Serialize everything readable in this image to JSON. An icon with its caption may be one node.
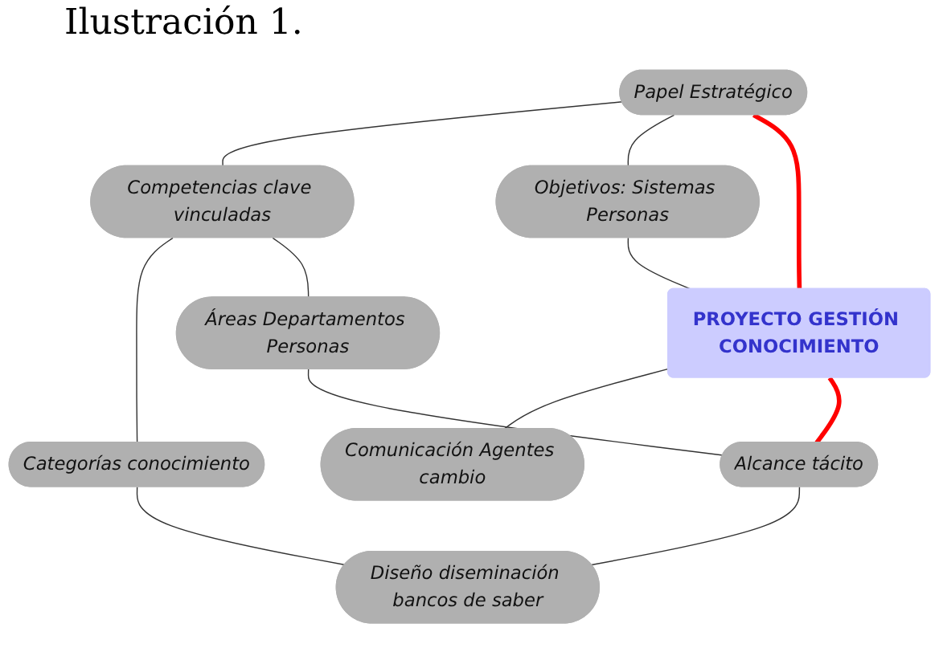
{
  "diagram": {
    "title": "Ilustración 1.",
    "nodes": [
      {
        "text": [
          "Papel Estratégico"
        ]
      },
      {
        "text": [
          "Competencias clave vinculadas"
        ]
      },
      {
        "text": [
          "Categorías conocimiento"
        ]
      },
      {
        "text": [
          "Áreas Departamentos Personas"
        ]
      },
      {
        "text": [
          "Objetivos: Sistemas Personas"
        ]
      },
      {
        "text": [
          "PROYECTO GESTIÓN CONOCIMIENTO"
        ]
      },
      {
        "text": [
          "Comunicación Agentes cambio"
        ]
      },
      {
        "text": [
          "Diseño diseminación bancos de saber"
        ]
      },
      {
        "text": [
          "Alcance tácito"
        ]
      }
    ],
    "edges": [
      {
        "from": 0,
        "to": 1,
        "arrow": "none"
      },
      {
        "from": 1,
        "to": 2,
        "arrow": "none"
      },
      {
        "from": 1,
        "to": 3,
        "arrow": "none"
      },
      {
        "from": 0,
        "to": 4,
        "arrow": "none"
      },
      {
        "from": 0,
        "to": 5,
        "arrow": "none",
        "style": "thick",
        "color": "#ff0000"
      },
      {
        "from": 2,
        "to": 7,
        "arrow": "none"
      },
      {
        "from": 4,
        "to": 5,
        "arrow": "none"
      },
      {
        "from": 5,
        "to": 6,
        "arrow": "none"
      },
      {
        "from": 5,
        "to": 8,
        "arrow": "none",
        "style": "thick",
        "color": "#ff0000"
      },
      {
        "from": 3,
        "to": 8,
        "arrow": "none"
      },
      {
        "from": 8,
        "to": 7,
        "arrow": "none"
      }
    ]
  }
}
